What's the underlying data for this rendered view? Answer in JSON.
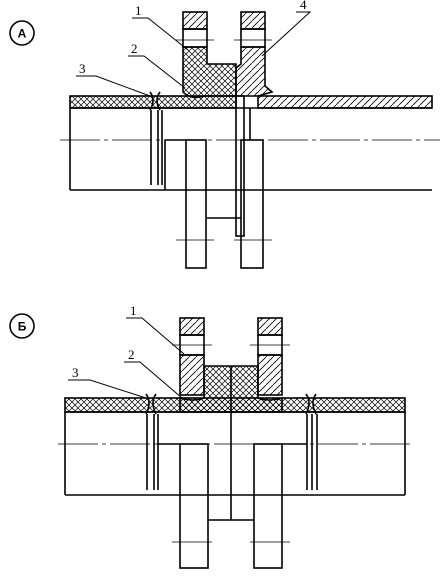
{
  "figure_a": {
    "tag": "А",
    "labels": {
      "l1": "1",
      "l2": "2",
      "l3": "3",
      "l4": "4"
    }
  },
  "figure_b": {
    "tag": "Б",
    "labels": {
      "l1": "1",
      "l2": "2",
      "l3": "3"
    }
  },
  "colors": {
    "ink": "#000000",
    "paper": "#ffffff"
  }
}
